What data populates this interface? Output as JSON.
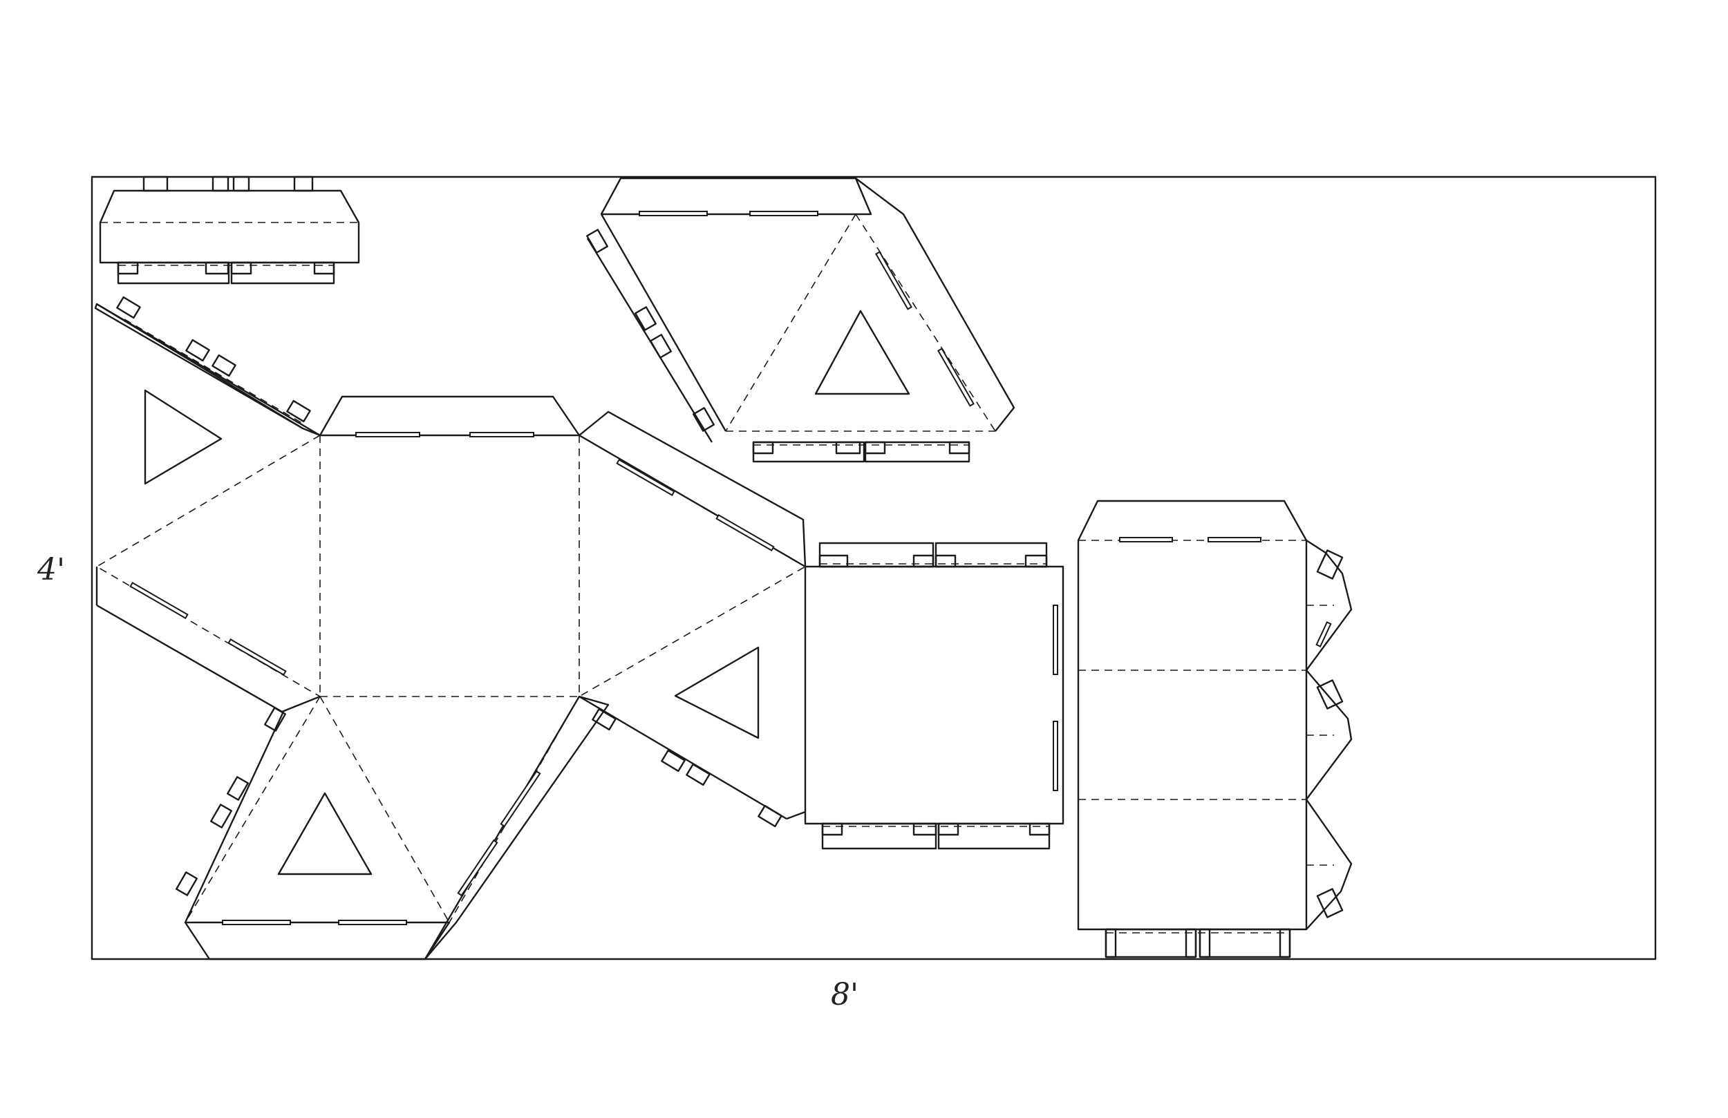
{
  "drawing": {
    "title": "",
    "dimensions": {
      "height_label": "4'",
      "width_label": "8'"
    },
    "legend": {
      "cut_line": "solid",
      "fold_line": "dashed"
    },
    "colors": {
      "line": "#1a1a1a",
      "background": "#ffffff"
    },
    "components": [
      "strip-panel-top-left",
      "octahedron-net",
      "triangle-pair-top",
      "square-panel",
      "three-square-strip"
    ]
  }
}
